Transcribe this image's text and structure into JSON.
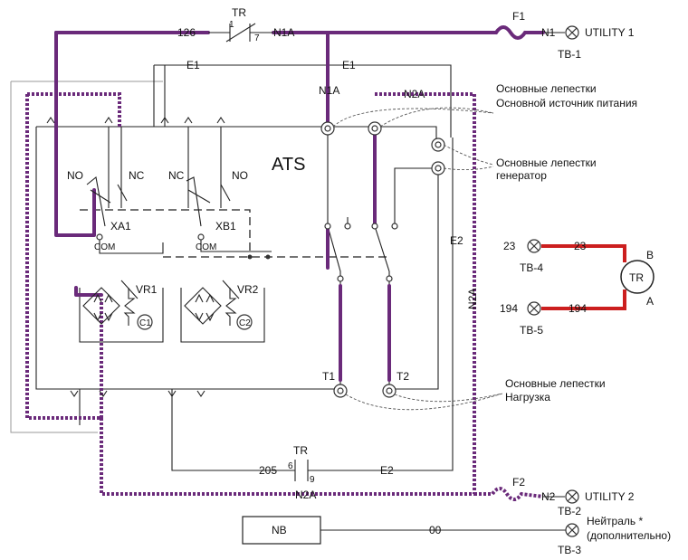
{
  "wires": {
    "w126": "126",
    "n1a_top": "N1A",
    "n1a_vert": "N1A",
    "e1_left": "E1",
    "e1_right": "E1",
    "n2a_top": "N2A",
    "n2a_right": "N2A",
    "n2a_bottom": "N2A",
    "e2_right": "E2",
    "e2_bottom": "E2",
    "w205": "205",
    "n1": "N1",
    "n2": "N2",
    "w00": "00",
    "w23_left": "23",
    "w23_right": "23",
    "w194_left": "194",
    "w194_right": "194"
  },
  "components": {
    "tr_top": "TR",
    "tr_top_pin1": "1",
    "tr_top_pin7": "7",
    "tr_bottom": "TR",
    "tr_bottom_pin6": "6",
    "tr_bottom_pin9": "9",
    "ats": "ATS",
    "xa1": "XA1",
    "xb1": "XB1",
    "com_a": "COM",
    "com_b": "COM",
    "no_a": "NO",
    "nc_a": "NC",
    "nc_b": "NC",
    "no_b": "NO",
    "vr1": "VR1",
    "vr2": "VR2",
    "c1": "C1",
    "c2": "C2",
    "t1": "T1",
    "t2": "T2",
    "tr_coil": "TR",
    "coil_b": "B",
    "coil_a": "A",
    "nb": "NB",
    "f1": "F1",
    "f2": "F2"
  },
  "terminals": {
    "utility1": "UTILITY 1",
    "tb1": "TB-1",
    "utility2": "UTILITY 2",
    "tb2": "TB-2",
    "neutral_line1": "Нейтраль *",
    "neutral_line2": "(дополнительно)",
    "tb3": "TB-3",
    "tb4": "TB-4",
    "tb5": "TB-5"
  },
  "annotations": {
    "main_line1": "Основные лепестки",
    "main_line2": "Основной источник питания",
    "gen_line1": "Основные лепестки",
    "gen_line2": "генератор",
    "load_line1": "Основные лепестки",
    "load_line2": "Нагрузка"
  },
  "colors": {
    "utility_wire": "#6a2a7a",
    "tr_coil_wire": "#cc1f1f",
    "control_wire": "#222222"
  }
}
